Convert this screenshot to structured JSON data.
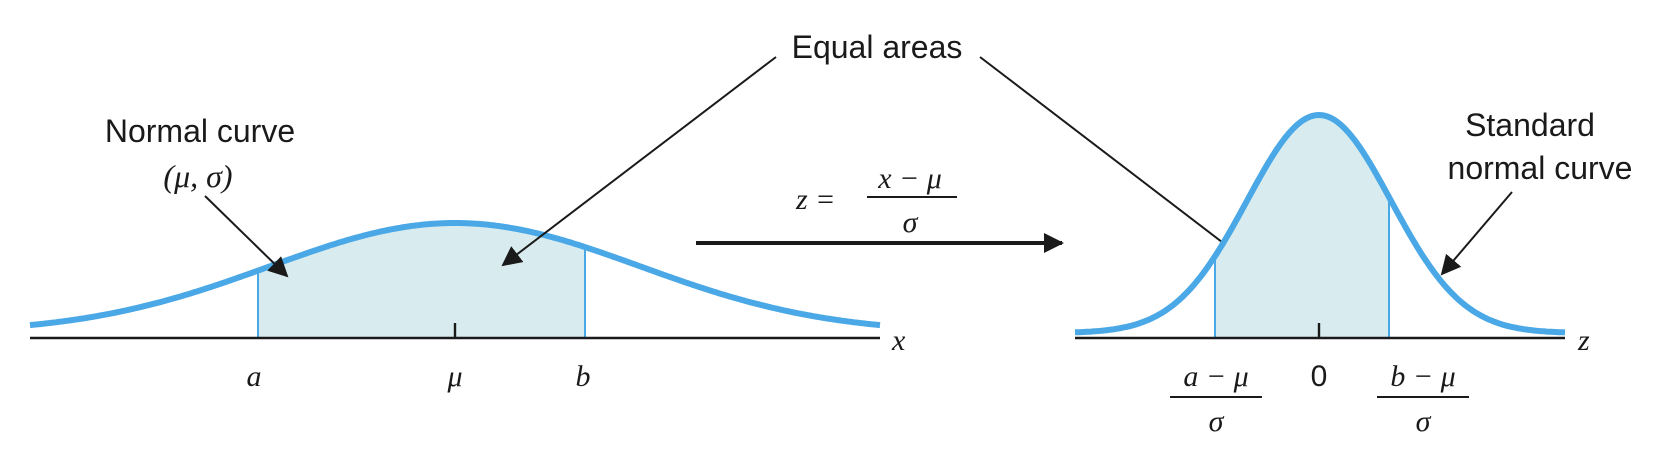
{
  "labels": {
    "equal_areas": "Equal areas",
    "normal_curve_line1": "Normal curve",
    "normal_curve_line2": "(μ, σ)",
    "standard_line1": "Standard",
    "standard_line2": "normal curve"
  },
  "formula": {
    "lhs": "z =",
    "numerator": "x − μ",
    "denominator": "σ"
  },
  "left_axis": {
    "variable": "x",
    "tick_a": "a",
    "tick_mu": "μ",
    "tick_b": "b"
  },
  "right_axis": {
    "variable": "z",
    "tick_left_num": "a − μ",
    "tick_left_den": "σ",
    "tick_zero": "0",
    "tick_right_num": "b − μ",
    "tick_right_den": "σ"
  },
  "colors": {
    "curve": "#4aa8e6",
    "shade": "#d8ecef",
    "ink": "#1a1a1a"
  }
}
